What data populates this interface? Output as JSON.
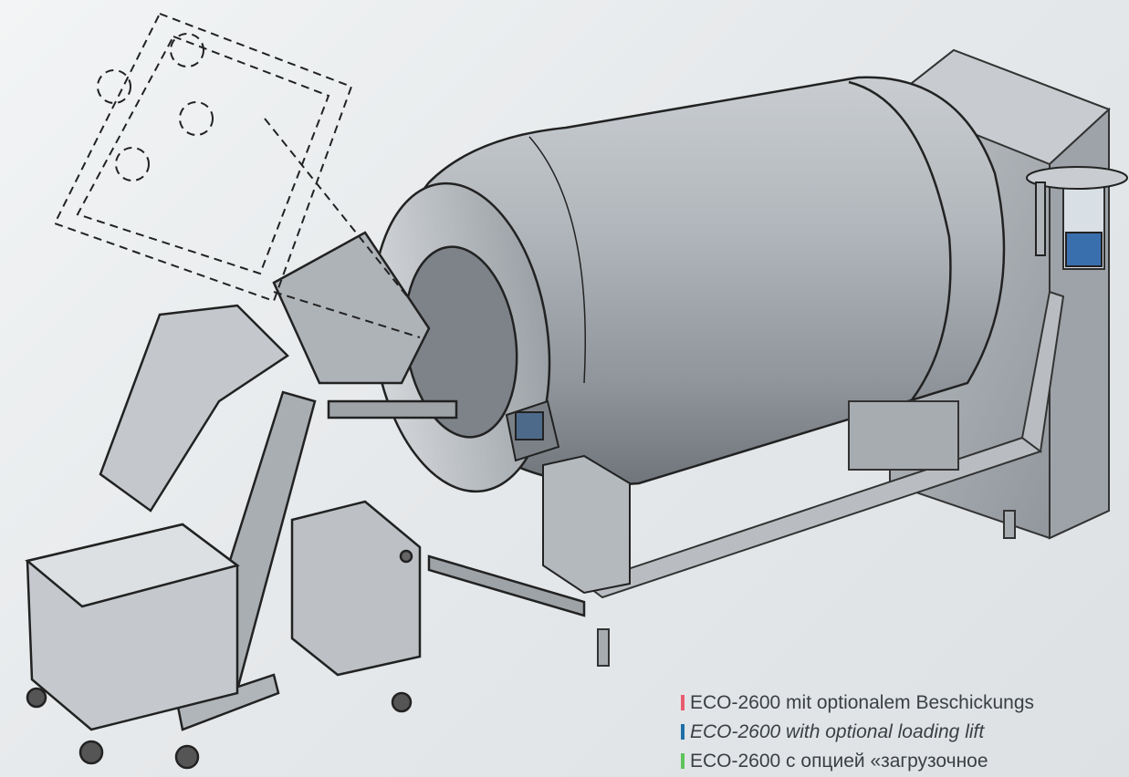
{
  "captions": {
    "de": {
      "text": "ECO-2600 mit optionalem Beschickungs",
      "marker_color": "#e85c6f"
    },
    "en": {
      "text": "ECO-2600 with optional loading lift",
      "marker_color": "#1f6fa8"
    },
    "ru": {
      "text": "ECO-2600 с опцией «загрузочное",
      "marker_color": "#5cc45c"
    }
  },
  "illustration": {
    "subject": "vacuum tumbler machine with loading lift",
    "icon": "machine-illustration-icon"
  }
}
